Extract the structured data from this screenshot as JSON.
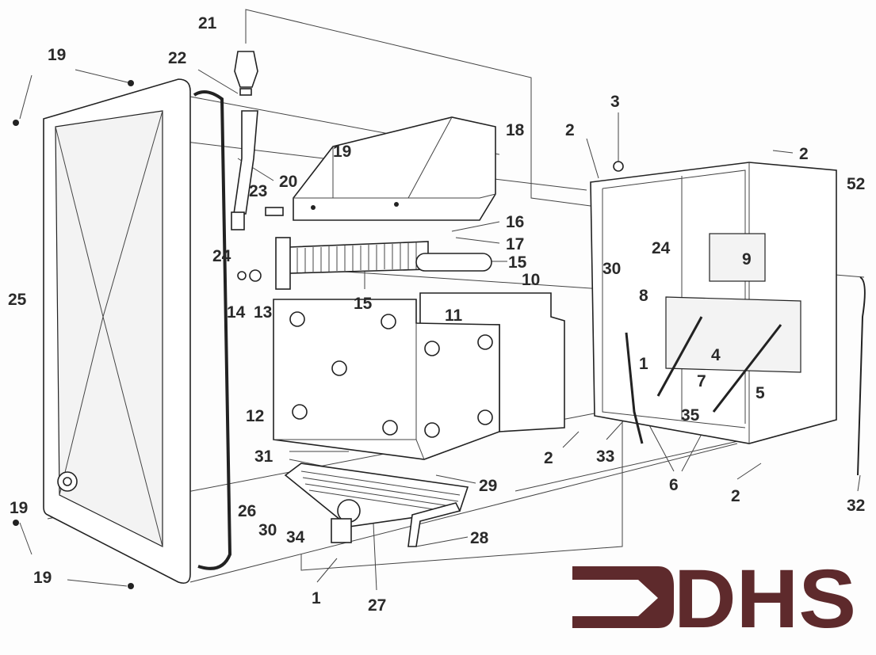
{
  "diagram": {
    "type": "exploded-parts-diagram",
    "callouts": [
      "21",
      "19",
      "22",
      "3",
      "18",
      "2",
      "2",
      "19",
      "20",
      "52",
      "23",
      "16",
      "24",
      "17",
      "24",
      "15",
      "30",
      "9",
      "10",
      "25",
      "14",
      "13",
      "8",
      "15",
      "11",
      "4",
      "1",
      "7",
      "5",
      "35",
      "12",
      "33",
      "2",
      "6",
      "31",
      "29",
      "2",
      "32",
      "30",
      "34",
      "28",
      "19",
      "1",
      "27",
      "26",
      "19"
    ],
    "logo": {
      "text": "DHS",
      "color": "#5e2a2c"
    }
  }
}
